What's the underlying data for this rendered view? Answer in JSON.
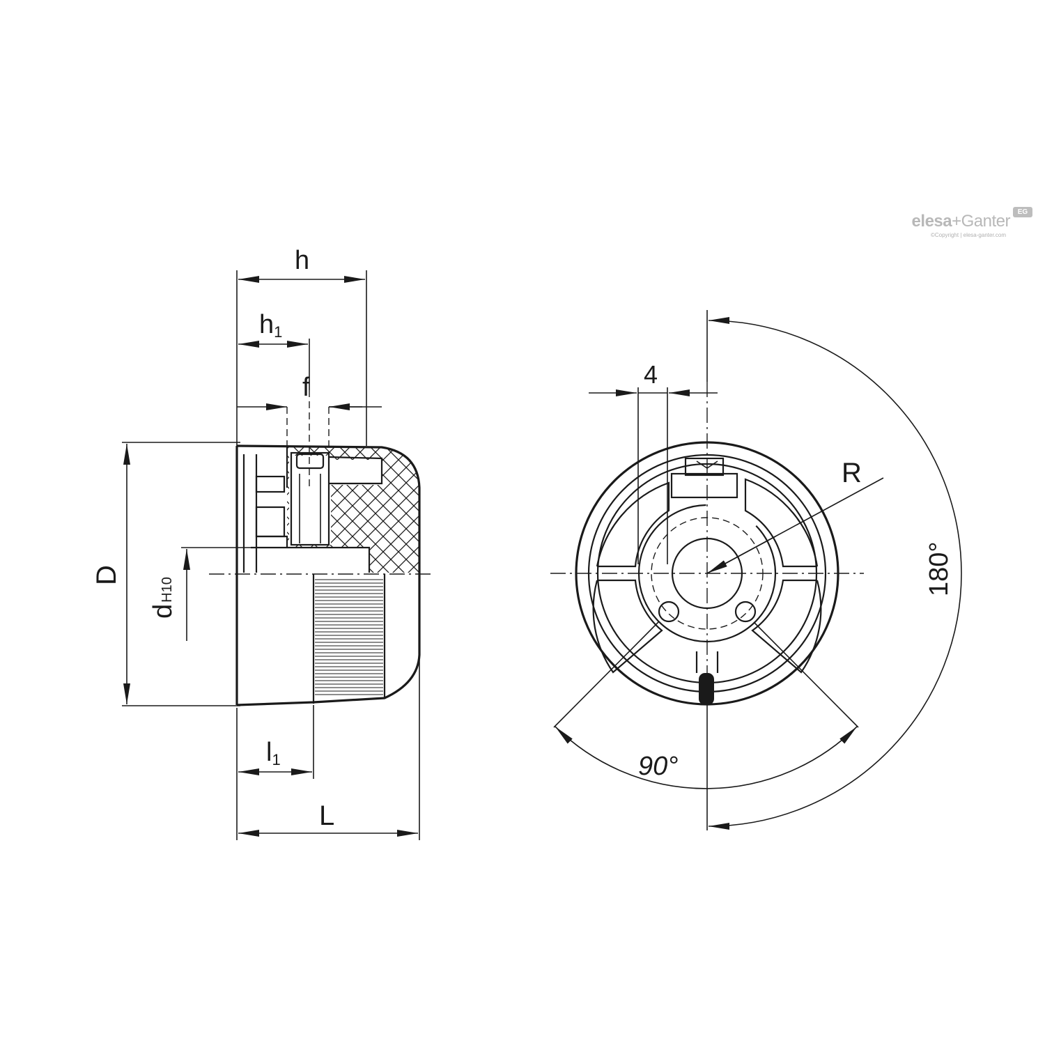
{
  "labels": {
    "h": "h",
    "h1_main": "h",
    "h1_sub": "1",
    "f": "f",
    "D": "D",
    "d_main": "d",
    "d_sub": "H10",
    "l1_main": "l",
    "l1_sub": "1",
    "L": "L",
    "four": "4",
    "R": "R",
    "angle_180": "180°",
    "angle_90": "90°"
  },
  "brand": {
    "name_bold": "elesa",
    "name_plus": "+",
    "name_light": "Ganter",
    "badge": "EG",
    "copyright": "©Copyright | elesa-ganter.com",
    "color": "#b8b8b8"
  }
}
